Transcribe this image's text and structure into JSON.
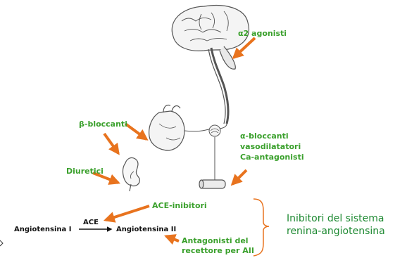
{
  "colors": {
    "label_green": "#3aa02c",
    "box_green": "#1f8a33",
    "arrow_orange": "#e8731e",
    "bracket_orange": "#e8731e",
    "ink": "#555555"
  },
  "labels": {
    "a2_agonisti": "α2 agonisti",
    "beta_bloccanti": "β-bloccanti",
    "diuretici": "Diuretici",
    "alpha_bloccanti_1": "α-bloccanti",
    "alpha_bloccanti_2": "vasodilatatori",
    "alpha_bloccanti_3": "Ca-antagonisti",
    "ace_inibitori": "ACE-inibitori",
    "ace": "ACE",
    "angiotensina_1": "Angiotensina I",
    "angiotensina_2": "Angiotensina II",
    "antagonisti_1": "Antagonisti del",
    "antagonisti_2": "recettore per AII"
  },
  "box": {
    "line1": "Inibitori del sistema",
    "line2": "renina-angiotensina"
  },
  "icons": [
    "brain-icon",
    "heart-icon",
    "kidney-icon",
    "vessel-icon",
    "ganglion-icon"
  ]
}
